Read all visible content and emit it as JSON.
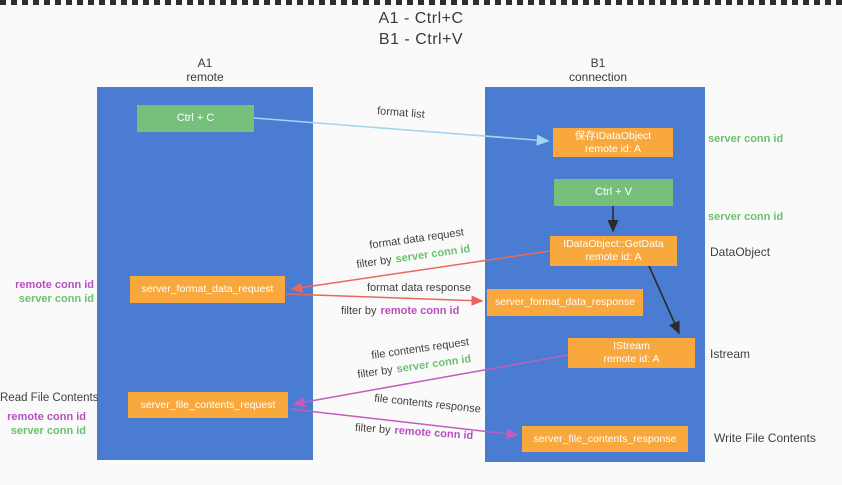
{
  "title": {
    "line1": "A1 - Ctrl+C",
    "line2": "B1 - Ctrl+V"
  },
  "lanes": {
    "left": {
      "name": "A1",
      "subtitle": "remote"
    },
    "right": {
      "name": "B1",
      "subtitle": "connection"
    }
  },
  "nodes": {
    "ctrl_c": {
      "label": "Ctrl + C"
    },
    "ctrl_v": {
      "label": "Ctrl + V"
    },
    "save_idataobject": {
      "line1": "保存IDataObject",
      "line2": "remote id: A"
    },
    "getdata": {
      "line1": "IDataObject::GetData",
      "line2": "remote id: A"
    },
    "istream": {
      "line1": "IStream",
      "line2": "remote id: A"
    },
    "server_format_data_request": {
      "label": "server_format_data_request"
    },
    "server_format_data_response": {
      "label": "server_format_data_response"
    },
    "server_file_contents_request": {
      "label": "server_file_contents_request"
    },
    "server_file_contents_response": {
      "label": "server_file_contents_response"
    }
  },
  "edge_labels": {
    "format_list": "format list",
    "format_data_request": "format data request",
    "format_data_request_filter_prefix": "filter by",
    "format_data_request_filter_key": "server conn id",
    "format_data_response": "format data response",
    "format_data_response_filter_prefix": "filter by",
    "format_data_response_filter_key": "remote conn id",
    "file_contents_request": "file contents request",
    "file_contents_request_filter_prefix": "filter by",
    "file_contents_request_filter_key": "server conn id",
    "file_contents_response": "file contents response",
    "file_contents_response_filter_prefix": "filter by",
    "file_contents_response_filter_key": "remote conn id"
  },
  "annotations": {
    "right_server_conn_id_1": "server conn id",
    "right_server_conn_id_2": "server conn id",
    "dataobject": "DataObject",
    "istream": "Istream",
    "write_file_contents": "Write File Contents",
    "read_file_contents": "Read File Contents",
    "left_remote_conn_id_1": "remote conn id",
    "left_server_conn_id_1": "server conn id",
    "left_remote_conn_id_2": "remote conn id",
    "left_server_conn_id_2": "server conn id"
  },
  "colors": {
    "lane_blue": "#4a7dd1",
    "box_green": "#76c07c",
    "box_orange": "#f8a83c",
    "text_green": "#6cc06f",
    "text_purple": "#b74fc1",
    "arrow_red": "#e8695b",
    "arrow_lightblue": "#a5d5ee",
    "arrow_purple": "#c45cc0",
    "arrow_black": "#2b2b2b",
    "separator": "#2e2e2e"
  }
}
